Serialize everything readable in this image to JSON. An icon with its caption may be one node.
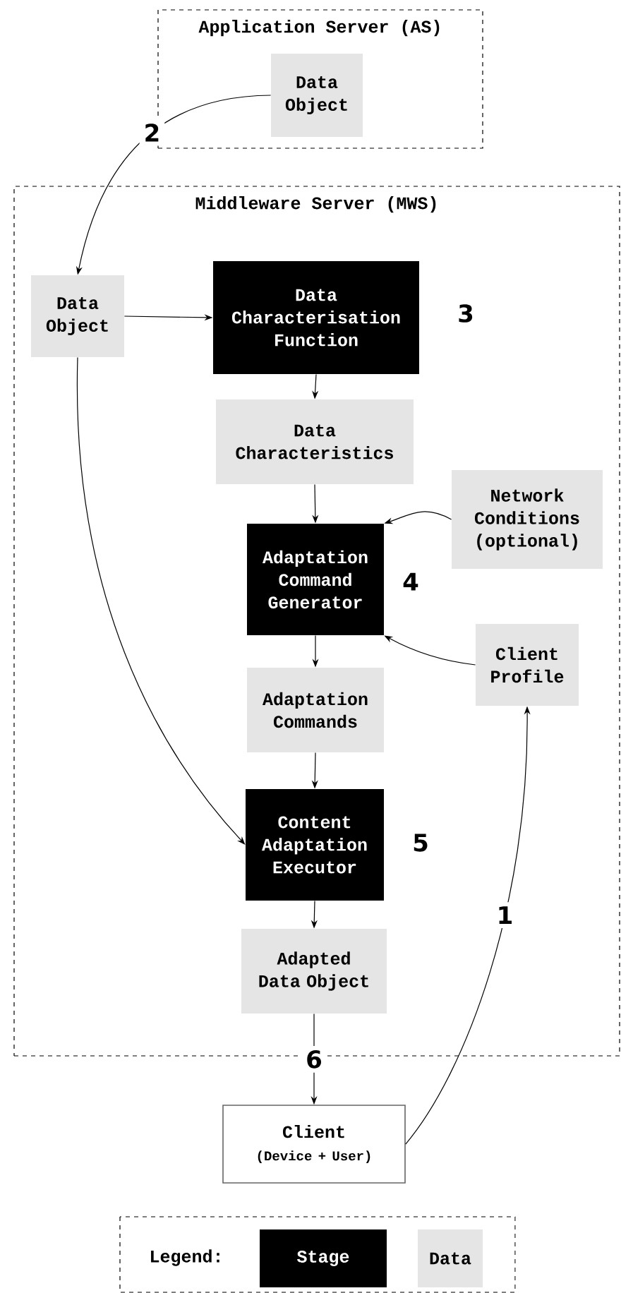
{
  "diagram": {
    "nodes": [
      {
        "text": [
          "Application Server (AS)"
        ]
      },
      {
        "text": [
          "Data Object"
        ],
        "in": 0
      },
      {
        "text": [
          "Middleware Server (MWS)"
        ]
      },
      {
        "text": [
          "Data Object"
        ],
        "in": 2
      },
      {
        "text": [
          "Data Characterisation Function"
        ],
        "in": 2,
        "beside": [
          "3"
        ]
      },
      {
        "text": [
          "Data Characteristics"
        ],
        "in": 2
      },
      {
        "text": [
          "Network Conditions (optional)"
        ],
        "in": 2
      },
      {
        "text": [
          "Adaptation Command Generator"
        ],
        "in": 2,
        "beside": [
          "4"
        ]
      },
      {
        "text": [
          "Client Profile"
        ],
        "in": 2
      },
      {
        "text": [
          "Adaptation Commands"
        ],
        "in": 2
      },
      {
        "text": [
          "Content Adaptation Executor"
        ],
        "in": 2,
        "beside": [
          "5"
        ]
      },
      {
        "text": [
          "Adapted Data Object"
        ],
        "in": 2
      },
      {
        "text": [
          "Client",
          "(Device + User)"
        ]
      }
    ],
    "edges": [
      {
        "from": 1,
        "to": 3,
        "arrow": "to",
        "label": "2"
      },
      {
        "from": 3,
        "to": 4,
        "arrow": "to"
      },
      {
        "from": 4,
        "to": 5,
        "arrow": "to"
      },
      {
        "from": 5,
        "to": 7,
        "arrow": "to"
      },
      {
        "from": 6,
        "to": 7,
        "arrow": "to"
      },
      {
        "from": 8,
        "to": 7,
        "arrow": "to"
      },
      {
        "from": 7,
        "to": 9,
        "arrow": "to"
      },
      {
        "from": 9,
        "to": 10,
        "arrow": "to"
      },
      {
        "from": 3,
        "to": 10,
        "arrow": "to"
      },
      {
        "from": 10,
        "to": 11,
        "arrow": "to"
      },
      {
        "from": 11,
        "to": 12,
        "arrow": "to",
        "label": "6"
      },
      {
        "from": 12,
        "to": 8,
        "arrow": "to",
        "label": "1"
      }
    ],
    "labels": [
      "Legend:"
    ],
    "legend": [
      {
        "text": "Stage",
        "color": "#000000"
      },
      {
        "text": "Data"
      }
    ]
  }
}
